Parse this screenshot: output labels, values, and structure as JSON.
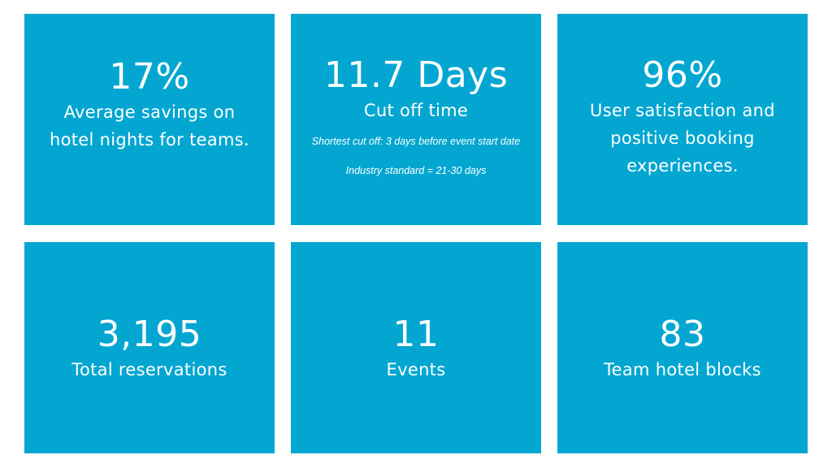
{
  "colors": {
    "tile_bg": "#02A6D1",
    "text": "#FFFFFF",
    "page_bg": "#FFFFFF"
  },
  "tiles": [
    {
      "value": "17%",
      "desc_lines": [
        "Average savings on",
        "hotel nights for teams."
      ]
    },
    {
      "value": "11.7 Days",
      "desc_lines": [
        "Cut off time"
      ],
      "notes": [
        "Shortest cut off: 3 days before event start date",
        "Industry standard = 21-30 days"
      ]
    },
    {
      "value": "96%",
      "desc_lines": [
        "User satisfaction and",
        "positive booking",
        "experiences."
      ]
    },
    {
      "value": "3,195",
      "desc_lines": [
        "Total reservations"
      ]
    },
    {
      "value": "11",
      "desc_lines": [
        "Events"
      ]
    },
    {
      "value": "83",
      "desc_lines": [
        "Team hotel blocks"
      ]
    }
  ]
}
